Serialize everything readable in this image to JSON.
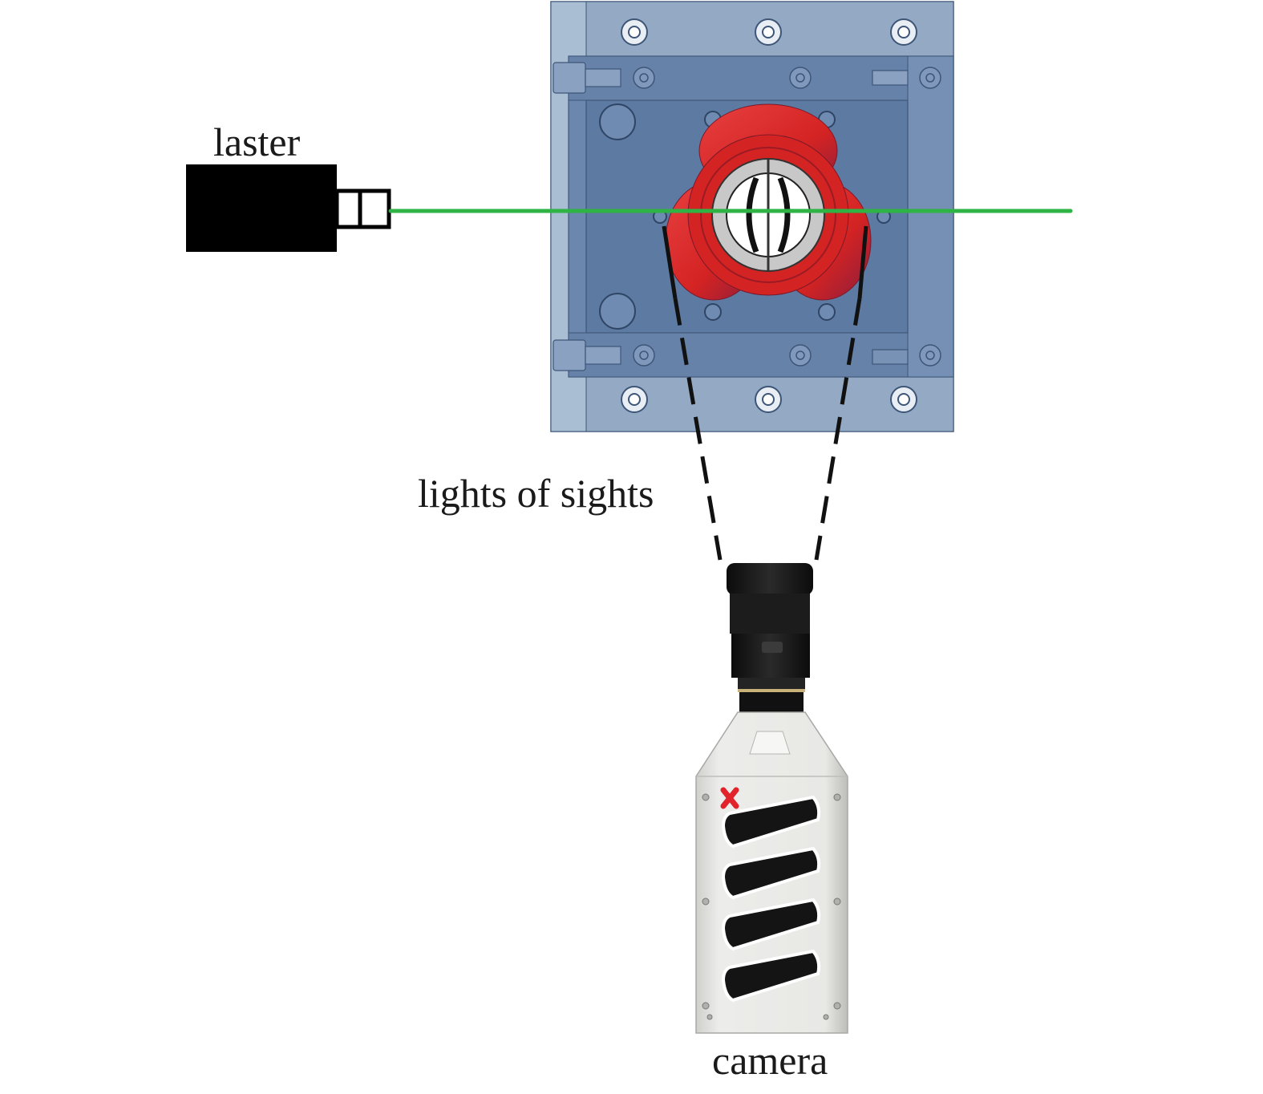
{
  "labels": {
    "laser": "laster",
    "line_of_sight": "lights of sights",
    "camera": "camera"
  },
  "colors": {
    "laser_beam": "#2fb344",
    "mold_frame": "#9fb4cc",
    "mold_body": "#6b87ad",
    "mold_inner": "#5d7aa2",
    "mold_edge": "#3d5678",
    "specimen": "#d42323",
    "specimen_shadow": "#8c1e3c",
    "camera_body": "#e6e6e3",
    "camera_lens": "#151515",
    "camera_logo": "#e2232b",
    "laser_device": "#000000"
  }
}
